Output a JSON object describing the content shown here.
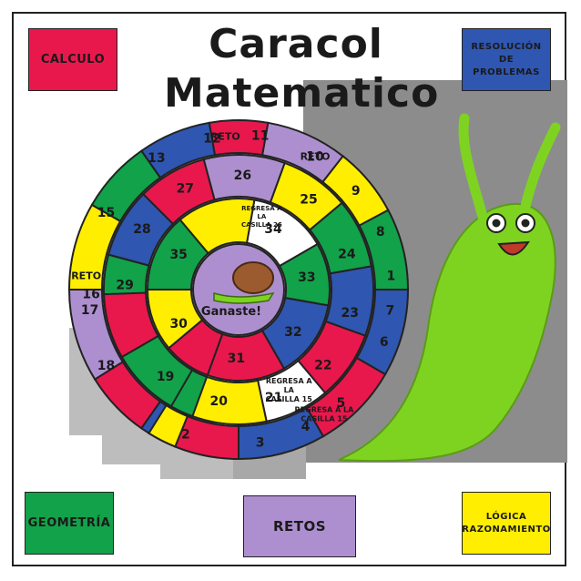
{
  "title": "Caracol\nMatematico",
  "legend": {
    "calculo": "CALCULO",
    "resolucion": "RESOLUCIÓN\nDE\nPROBLEMAS",
    "geometria": "GEOMETRÍA",
    "retos": "RETOS",
    "logica": "LÓGICA\nRAZONAMIENTO"
  },
  "colors": {
    "calculo": "#e8184d",
    "resolucion": "#2f56b0",
    "geometria": "#12a24a",
    "retos": "#ad8fcf",
    "logica": "#ffee00",
    "snail": "#7ed321",
    "shadow": "#8c8c8c"
  },
  "board": {
    "center_label": "Ganaste!",
    "reto_label": "RETO",
    "penalty_34": "REGRESA A\nLA\nCASILLA 26",
    "penalty_21": "REGRESA A\nLA\nCASILLA 15",
    "penalty_5": "REGRESA A LA\nCASILLA 15",
    "cells": [
      "1",
      "2",
      "3",
      "4",
      "5",
      "6",
      "7",
      "8",
      "9",
      "10",
      "11",
      "12",
      "13",
      "15",
      "16",
      "17",
      "18",
      "19",
      "20",
      "21",
      "22",
      "23",
      "24",
      "25",
      "26",
      "27",
      "28",
      "29",
      "30",
      "31",
      "32",
      "33",
      "34",
      "35"
    ]
  }
}
